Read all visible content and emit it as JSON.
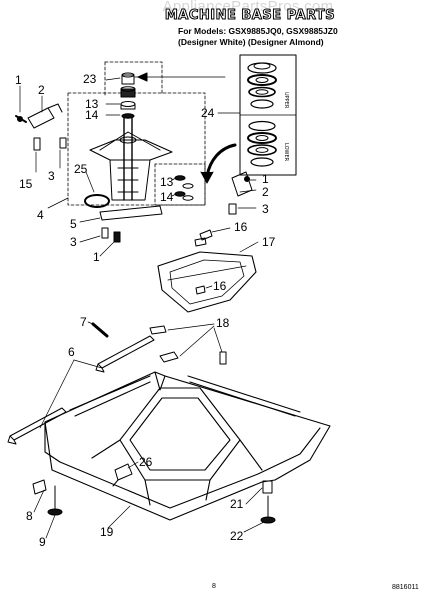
{
  "header": {
    "watermark": "AppliancePartsPros.com",
    "title": "MACHINE BASE PARTS",
    "subtitle_line1": "For Models: GSX9885JQ0, GSX9885JZ0",
    "subtitle_line2": "(Designer White) (Designer Almond)"
  },
  "seal_labels": {
    "upper": "UPPER",
    "lower": "LOWER"
  },
  "callouts": [
    {
      "id": "c-1a",
      "text": "1"
    },
    {
      "id": "c-2a",
      "text": "2"
    },
    {
      "id": "c-15",
      "text": "15"
    },
    {
      "id": "c-3a",
      "text": "3"
    },
    {
      "id": "c-23",
      "text": "23"
    },
    {
      "id": "c-13a",
      "text": "13"
    },
    {
      "id": "c-14a",
      "text": "14"
    },
    {
      "id": "c-24",
      "text": "24"
    },
    {
      "id": "c-25",
      "text": "25"
    },
    {
      "id": "c-4",
      "text": "4"
    },
    {
      "id": "c-5",
      "text": "5"
    },
    {
      "id": "c-3b",
      "text": "3"
    },
    {
      "id": "c-1b",
      "text": "1"
    },
    {
      "id": "c-13b",
      "text": "13"
    },
    {
      "id": "c-14b",
      "text": "14"
    },
    {
      "id": "c-1c",
      "text": "1"
    },
    {
      "id": "c-2b",
      "text": "2"
    },
    {
      "id": "c-3c",
      "text": "3"
    },
    {
      "id": "c-16a",
      "text": "16"
    },
    {
      "id": "c-17",
      "text": "17"
    },
    {
      "id": "c-16b",
      "text": "16"
    },
    {
      "id": "c-7",
      "text": "7"
    },
    {
      "id": "c-18",
      "text": "18"
    },
    {
      "id": "c-6",
      "text": "6"
    },
    {
      "id": "c-26",
      "text": "26"
    },
    {
      "id": "c-8",
      "text": "8"
    },
    {
      "id": "c-9",
      "text": "9"
    },
    {
      "id": "c-19",
      "text": "19"
    },
    {
      "id": "c-21",
      "text": "21"
    },
    {
      "id": "c-22",
      "text": "22"
    }
  ],
  "footer": {
    "page_number": "8",
    "doc_code": "8816011"
  }
}
